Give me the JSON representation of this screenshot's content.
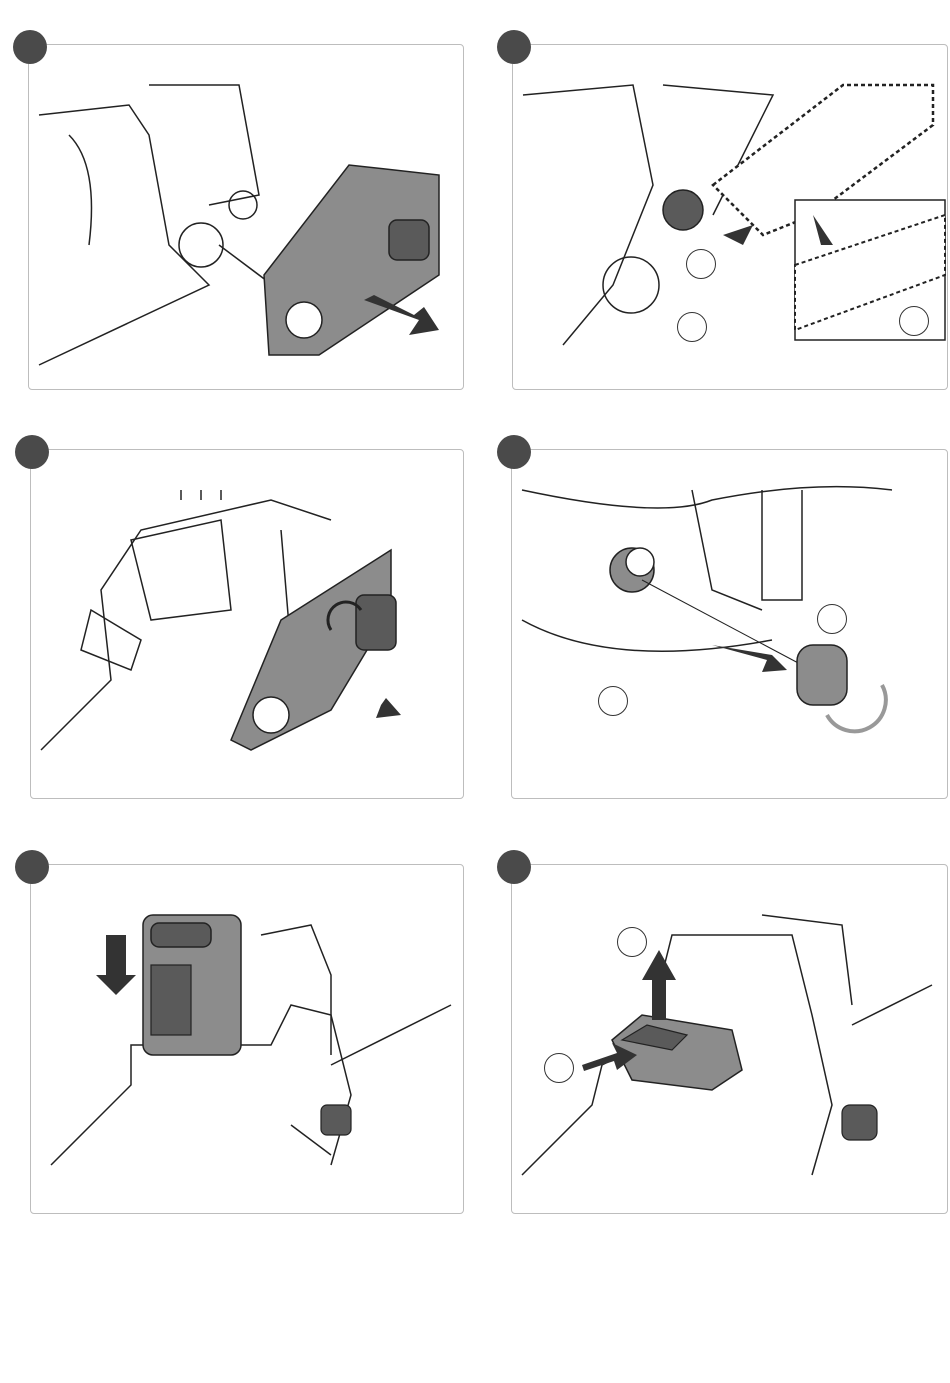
{
  "page": {
    "colors": {
      "panel_border": "#bdbdbd",
      "step_dot": "#4a4a4a",
      "part_gray": "#8c8c8c",
      "part_dark": "#5a5a5a",
      "line": "#222222"
    }
  },
  "panels": [
    {
      "id": "panel-1",
      "illustration": "remove-chain-cover",
      "arrow_direction": "right-down"
    },
    {
      "id": "panel-2",
      "illustration": "fit-sprocket-and-bar",
      "arrow_direction": "left"
    },
    {
      "id": "panel-3",
      "illustration": "attach-chain-cover-and-knob",
      "arrow_direction": "up-left"
    },
    {
      "id": "panel-4",
      "illustration": "screw-on-tension-knob",
      "arrow_direction": "right-down"
    },
    {
      "id": "panel-5",
      "illustration": "insert-battery",
      "arrow_direction": "down"
    },
    {
      "id": "panel-6",
      "illustration": "remove-battery",
      "arrow_direction": "up"
    }
  ]
}
